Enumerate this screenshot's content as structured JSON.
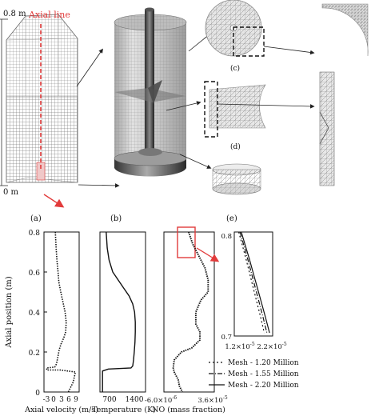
{
  "top": {
    "height_label": "0.8 m",
    "zero_label": "0 m",
    "axial_line_label": "Axial line",
    "label_c": "(c)",
    "label_d": "(d)"
  },
  "panels": {
    "a_label": "(a)",
    "b_label": "(b)",
    "e_label": "(e)",
    "ylabel": "Axial position (m)",
    "yticks": [
      "0",
      "0.2",
      "0.4",
      "0.6",
      "0.8"
    ],
    "a_xlabel": "Axial velocity (m/s)",
    "a_xticks": [
      "-3",
      "0",
      "3",
      "6",
      "9"
    ],
    "b_xlabel": "Temperature (K)",
    "b_xticks": [
      "700",
      "1400"
    ],
    "c_xlabel": "NO (mass fraction)",
    "c_xtick_left": "-6.0×10",
    "c_xtick_left_exp": "-6",
    "c_xtick_right": "3.6×10",
    "c_xtick_right_exp": "-5",
    "e_ytick_top": "0.8",
    "e_ytick_bottom": "0.7",
    "e_xtick_left": "1.2×10",
    "e_xtick_left_exp": "-5",
    "e_xtick_right": "2.2×10",
    "e_xtick_right_exp": "-5"
  },
  "legend": [
    "Mesh - 1.20 Million",
    "Mesh - 1.55 Million",
    "Mesh - 2.20 Million"
  ],
  "colors": {
    "accent": "#e23b3b",
    "mesh": "#6f6f6f",
    "curve": "#111111"
  },
  "chart_data": [
    {
      "type": "line",
      "xlabel": "Axial velocity (m/s)",
      "ylabel": "Axial position (m)",
      "xlim": [
        -3,
        10
      ],
      "ylim": [
        0,
        0.8
      ],
      "x": [
        1.2,
        1.5,
        1.8,
        2.2,
        2.5,
        3.2,
        4.0,
        4.8,
        5.2,
        5.0,
        4.3,
        3.3,
        2.6,
        2.2,
        1.9,
        1.6,
        1.0,
        -2.0,
        -2.0,
        3.0,
        8.6,
        7.8,
        6.0
      ],
      "y": [
        0.8,
        0.72,
        0.66,
        0.6,
        0.55,
        0.5,
        0.45,
        0.4,
        0.35,
        0.3,
        0.27,
        0.24,
        0.21,
        0.18,
        0.16,
        0.14,
        0.125,
        0.12,
        0.11,
        0.11,
        0.1,
        0.05,
        0.0
      ]
    },
    {
      "type": "line",
      "xlabel": "Temperature (K)",
      "ylabel": "Axial position (m)",
      "xlim": [
        450,
        1700
      ],
      "ylim": [
        0,
        0.8
      ],
      "x": [
        620,
        650,
        700,
        800,
        950,
        1100,
        1250,
        1350,
        1400,
        1420,
        1420,
        1410,
        1390,
        1370,
        1350,
        1300,
        680,
        520,
        520
      ],
      "y": [
        0.8,
        0.72,
        0.66,
        0.6,
        0.56,
        0.52,
        0.48,
        0.44,
        0.4,
        0.35,
        0.3,
        0.25,
        0.2,
        0.16,
        0.13,
        0.12,
        0.115,
        0.105,
        0.0
      ]
    },
    {
      "type": "line",
      "xlabel": "NO (mass fraction)",
      "ylabel": "Axial position (m)",
      "xlim": [
        -9e-06,
        4e-05
      ],
      "ylim": [
        0,
        0.8
      ],
      "x": [
        1.5e-05,
        1.9e-05,
        2.5e-05,
        3.1e-05,
        3.4e-05,
        3.4e-05,
        2.7e-05,
        2.2e-05,
        2.2e-05,
        2.6e-05,
        2.6e-05,
        1.8e-05,
        8e-06,
        1e-06,
        0.0,
        1e-06,
        5e-06,
        6e-06,
        9e-06
      ],
      "y": [
        0.8,
        0.74,
        0.68,
        0.62,
        0.56,
        0.5,
        0.46,
        0.4,
        0.34,
        0.3,
        0.26,
        0.22,
        0.2,
        0.16,
        0.12,
        0.1,
        0.06,
        0.03,
        0.0
      ]
    },
    {
      "type": "line",
      "xlabel": "",
      "ylabel": "",
      "xlim": [
        1.2e-05,
        2.2e-05
      ],
      "ylim": [
        0.7,
        0.8
      ],
      "x": [
        1.35e-05,
        1.45e-05,
        1.55e-05,
        1.65e-05,
        1.75e-05,
        1.85e-05,
        1.95e-05,
        2.05e-05
      ],
      "y": [
        0.8,
        0.787,
        0.774,
        0.76,
        0.746,
        0.732,
        0.718,
        0.703
      ]
    }
  ]
}
